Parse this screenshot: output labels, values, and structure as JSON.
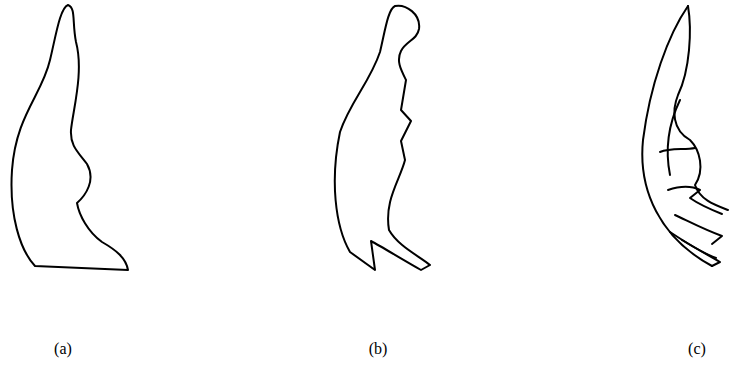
{
  "diagram": {
    "labels": [
      "(a)",
      "(b)",
      "(c)"
    ]
  }
}
